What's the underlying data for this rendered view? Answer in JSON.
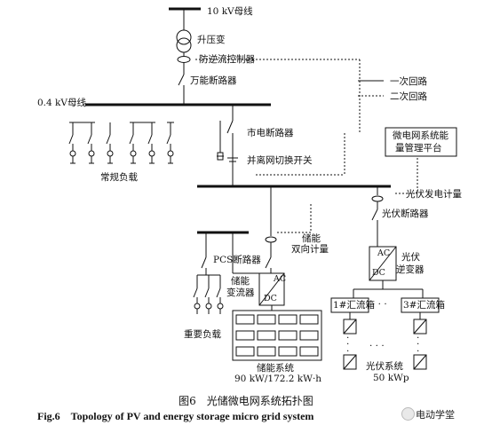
{
  "labels": {
    "bus_10kv": "10 kV母线",
    "step_up_transformer": "升压变",
    "anti_backflow": "防逆流控制器",
    "universal_breaker": "万能断路器",
    "bus_04kv": "0.4 kV母线",
    "mains_breaker": "市电断路器",
    "grid_switch": "并离网切换开关",
    "normal_load": "常规负载",
    "pv_metering": "光伏发电计量",
    "pv_breaker": "光伏断路器",
    "storage_metering_1": "储能",
    "storage_metering_2": "双向计量",
    "pcs_breaker": "PCS断路器",
    "storage_converter_1": "储能",
    "storage_converter_2": "变流器",
    "pv_inverter_1": "光伏",
    "pv_inverter_2": "逆变器",
    "important_load": "重要负载",
    "storage_system_name": "储能系统",
    "storage_system_capacity": "90 kW/172.2 kW·h",
    "pv_system_name": "光伏系统",
    "pv_system_capacity": "50 kWp",
    "combiner_1": "1#汇流箱",
    "combiner_3": "3#汇流箱",
    "ems_line1": "微电网系统能",
    "ems_line2": "量管理平台",
    "ac": "AC",
    "dc": "DC",
    "dots": "· · ·"
  },
  "legend": {
    "primary": "一次回路",
    "secondary": "二次回路"
  },
  "caption": {
    "cn": "图6　光储微电网系统拓扑图",
    "en": "Fig.6　Topology of PV and energy storage micro grid system"
  },
  "watermark": "电动学堂"
}
